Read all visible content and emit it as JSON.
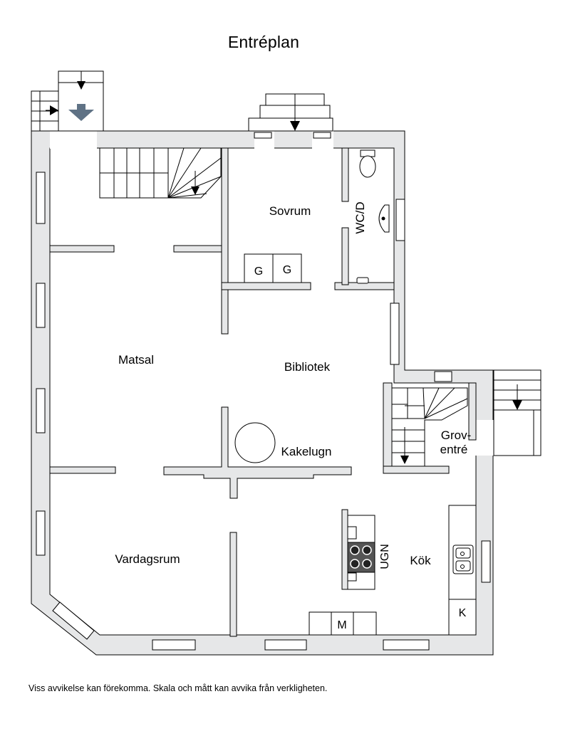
{
  "title": "Entréplan",
  "footer": "Viss avvikelse kan förekomma. Skala och mått kan avvika från verkligheten.",
  "rooms": {
    "sovrum": "Sovrum",
    "wc": "WC/D",
    "matsal": "Matsal",
    "bibliotek": "Bibliotek",
    "kakelugn": "Kakelugn",
    "grov_1": "Grov-",
    "grov_2": "entré",
    "vardagsrum": "Vardagsrum",
    "kok": "Kök"
  },
  "appliances": {
    "wardrobe_1": "G",
    "wardrobe_2": "G",
    "stove": "UGN",
    "dishwasher": "M",
    "fridge": "K"
  },
  "colors": {
    "wall": "#e6e7e8",
    "wall_stroke": "#000000",
    "entrance_arrow": "#5f7285"
  }
}
